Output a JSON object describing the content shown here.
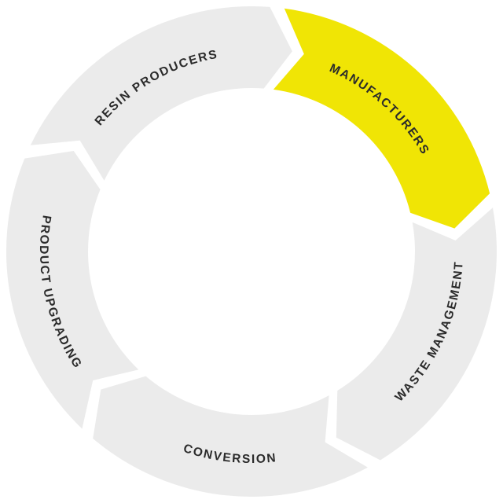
{
  "cycle": {
    "flow": "clockwise",
    "segments": [
      {
        "id": "resin-producers",
        "label": "RESIN PRODUCERS",
        "highlighted": false
      },
      {
        "id": "manufacturers",
        "label": "MANUFACTURERS",
        "highlighted": true
      },
      {
        "id": "waste-management",
        "label": "WASTE MANAGEMENT",
        "highlighted": false
      },
      {
        "id": "conversion",
        "label": "CONVERSION",
        "highlighted": false
      },
      {
        "id": "product-upgrading",
        "label": "PRODUCT UPGRADING",
        "highlighted": false
      }
    ],
    "colors": {
      "highlight": "#F0E505",
      "segment": "#EBEBEB",
      "text": "#2B2B2B",
      "background": "#FFFFFF"
    }
  }
}
